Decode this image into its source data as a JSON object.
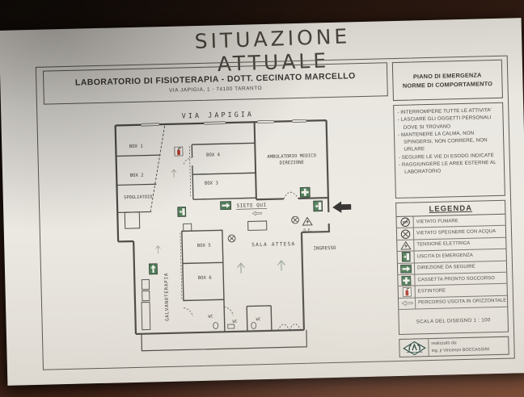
{
  "colors": {
    "accent_green": "#4a7a55",
    "accent_red": "#b03a30",
    "ink": "#403d38",
    "paper": "#eae7e1",
    "wood": "#46251a"
  },
  "handwritten_title": "SITUAZIONE ATTUALE",
  "header": {
    "title": "LABORATORIO DI FISIOTERAPIA - DOTT. CECINATO MARCELLO",
    "subtitle": "VIA JAPIGIA, 1 - 74100 TARANTO"
  },
  "emergency_panel": {
    "title_line1": "PIANO DI EMERGENZA",
    "title_line2": "NORME DI COMPORTAMENTO",
    "rules": [
      "INTERROMPERE TUTTE LE ATTIVITA'",
      "LASCIARE GLI OGGETTI PERSONALI DOVE SI TROVANO",
      "MANTENERE LA CALMA, NON SPINGERSI, NON CORRERE, NON URLARE",
      "SEGUIRE LE VIE DI ESODO INDICATE",
      "RAGGIUNGERE LE AREE ESTERNE AL LABORATORIO"
    ]
  },
  "legend": {
    "title": "LEGENDA",
    "items": [
      {
        "icon": "no-smoking-icon",
        "label": "VIETATO FUMARE"
      },
      {
        "icon": "no-water-extinguish-icon",
        "label": "VIETATO SPEGNERE CON ACQUA"
      },
      {
        "icon": "electric-hazard-icon",
        "label": "TENSIONE ELETTRICA"
      },
      {
        "icon": "emergency-exit-icon",
        "label": "USCITA DI EMERGENZA"
      },
      {
        "icon": "direction-arrow-icon",
        "label": "DIREZIONE DA SEGUIRE"
      },
      {
        "icon": "first-aid-icon",
        "label": "CASSETTA PRONTO SOCCORSO"
      },
      {
        "icon": "extinguisher-icon",
        "label": "ESTINTORE"
      },
      {
        "icon": "horizontal-route-icon",
        "label": "PERCORSO USCITA IN ORIZZONTALE"
      }
    ],
    "scale_note": "SCALA DEL DISEGNO 1 : 100"
  },
  "credits": {
    "line1": "realizzato da:",
    "line2": "ing. jr Vincenzo BOCCASSINI"
  },
  "plan": {
    "street": "VIA JAPIGIA",
    "labels": {
      "box1": "BOX 1",
      "box2": "BOX 2",
      "spogliatoio": "SPOGLIATOIO",
      "box4": "BOX 4",
      "box3": "BOX 3",
      "ambulatorio_line1": "AMBULATORIO MEDICO",
      "ambulatorio_line2": "DIREZIONE",
      "siete_qui": "SIETE QUI",
      "sala_attesa": "SALA ATTESA",
      "ingresso": "INGRESSO",
      "box5": "BOX 5",
      "box6": "BOX 6",
      "galvanoterapia": "GALVANOTERAPIA",
      "wc": "WC",
      "qe": "Q.E."
    }
  }
}
